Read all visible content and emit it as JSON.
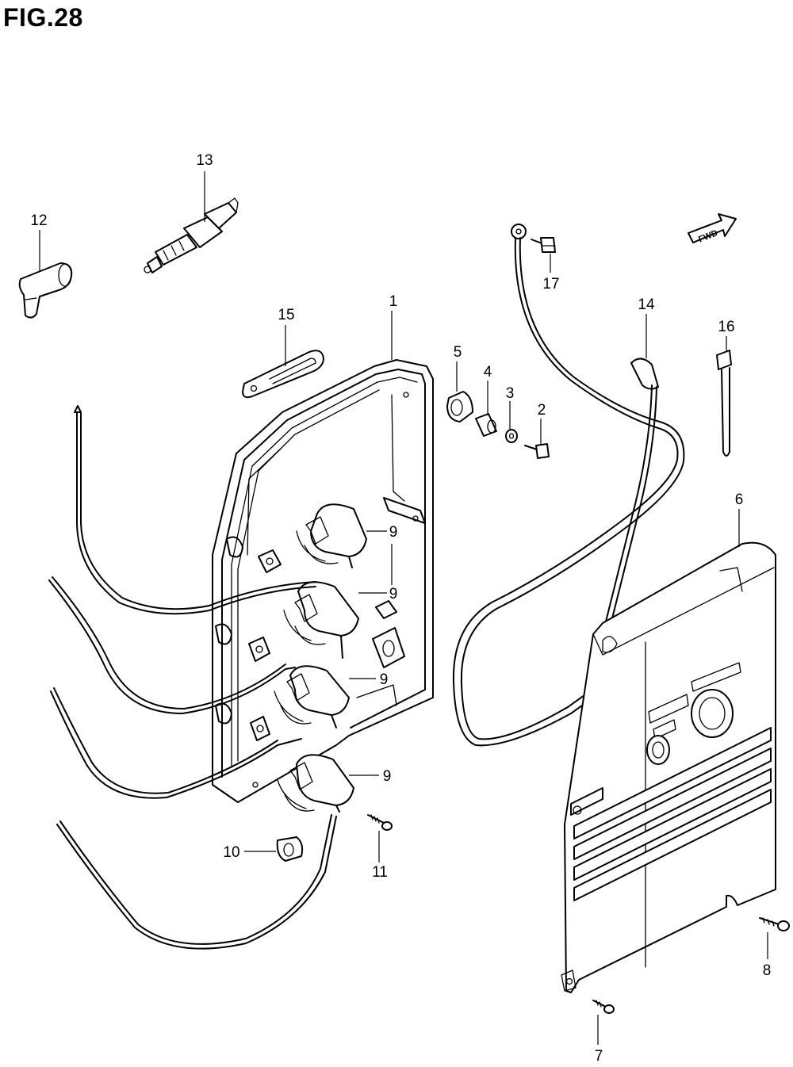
{
  "figure": {
    "title": "FIG.28"
  },
  "fwd_label": "FWD",
  "callouts": {
    "c1": "1",
    "c2": "2",
    "c3": "3",
    "c4": "4",
    "c5": "5",
    "c6": "6",
    "c7": "7",
    "c8": "8",
    "c9a": "9",
    "c9b": "9",
    "c9c": "9",
    "c9d": "9",
    "c10": "10",
    "c11": "11",
    "c12": "12",
    "c13": "13",
    "c14": "14",
    "c15": "15",
    "c16": "16",
    "c17": "17"
  }
}
